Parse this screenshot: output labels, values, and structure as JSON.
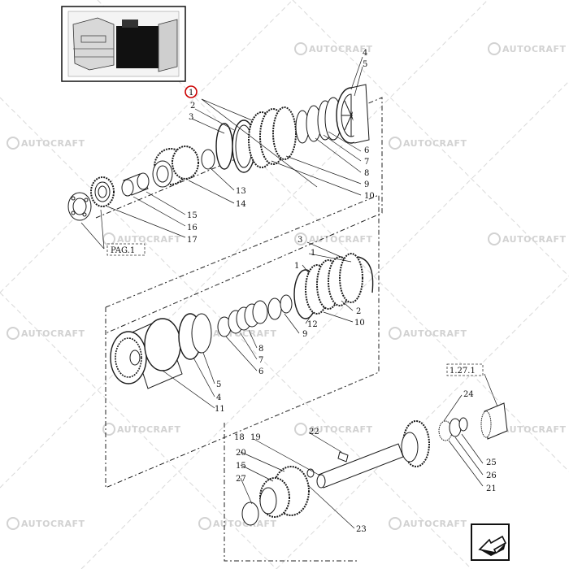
{
  "watermark": "AUTOCRAFT",
  "callouts": {
    "c1": "1",
    "c2": "2",
    "c3": "3",
    "c4": "4",
    "c5": "5",
    "c6": "6",
    "c7": "7",
    "c8": "8",
    "c9": "9",
    "c10": "10",
    "c13": "13",
    "c14": "14",
    "c15": "15",
    "c16": "16",
    "c17": "17",
    "b3": "3",
    "b1": "1",
    "b2": "2",
    "b10": "10",
    "b12": "12",
    "b9": "9",
    "b8": "8",
    "b7": "7",
    "b6": "6",
    "b5": "5",
    "b4": "4",
    "b11": "11",
    "c18": "18",
    "c19": "19",
    "c20": "20",
    "c15b": "15",
    "c27": "27",
    "c22": "22",
    "c24": "24",
    "c25": "25",
    "c26": "26",
    "c21": "21",
    "c23": "23"
  },
  "refs": {
    "pag": "PAG.1",
    "ref_1271": "1.27.1"
  },
  "icons": {
    "nav": "arrow-back-icon",
    "highlight": "highlight-circle-icon"
  },
  "colors": {
    "line": "#1a1a1a",
    "highlight": "#cc0000",
    "watermark": "#d2d2d2"
  }
}
